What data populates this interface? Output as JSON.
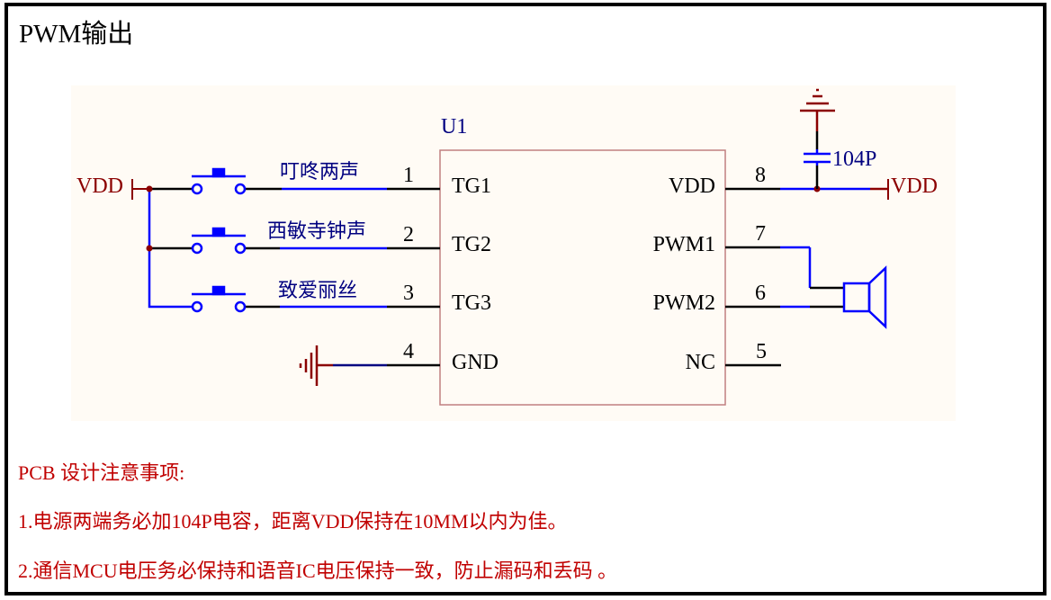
{
  "title": "PWM输出",
  "schematic": {
    "ic": {
      "designator": "U1",
      "left_pins": [
        {
          "number": "1",
          "name": "TG1",
          "label": "叮咚两声"
        },
        {
          "number": "2",
          "name": "TG2",
          "label": "西敏寺钟声"
        },
        {
          "number": "3",
          "name": "TG3",
          "label": "致爱丽丝"
        },
        {
          "number": "4",
          "name": "GND",
          "label": ""
        }
      ],
      "right_pins": [
        {
          "number": "8",
          "name": "VDD"
        },
        {
          "number": "7",
          "name": "PWM1"
        },
        {
          "number": "6",
          "name": "PWM2"
        },
        {
          "number": "5",
          "name": "NC"
        }
      ]
    },
    "power_left": "VDD",
    "power_right": "VDD",
    "capacitor_value": "104P",
    "colors": {
      "wire": "#0000ff",
      "pin": "#000000",
      "power": "#8b0000",
      "ic_border": "#c08080",
      "designator": "#000080",
      "background": "#fffbf5"
    }
  },
  "notes": {
    "heading": "PCB  设计注意事项:",
    "items": [
      "1.电源两端务必加104P电容，距离VDD保持在10MM以内为佳。",
      "2.通信MCU电压务必保持和语音IC电压保持一致，防止漏码和丢码 。"
    ]
  }
}
